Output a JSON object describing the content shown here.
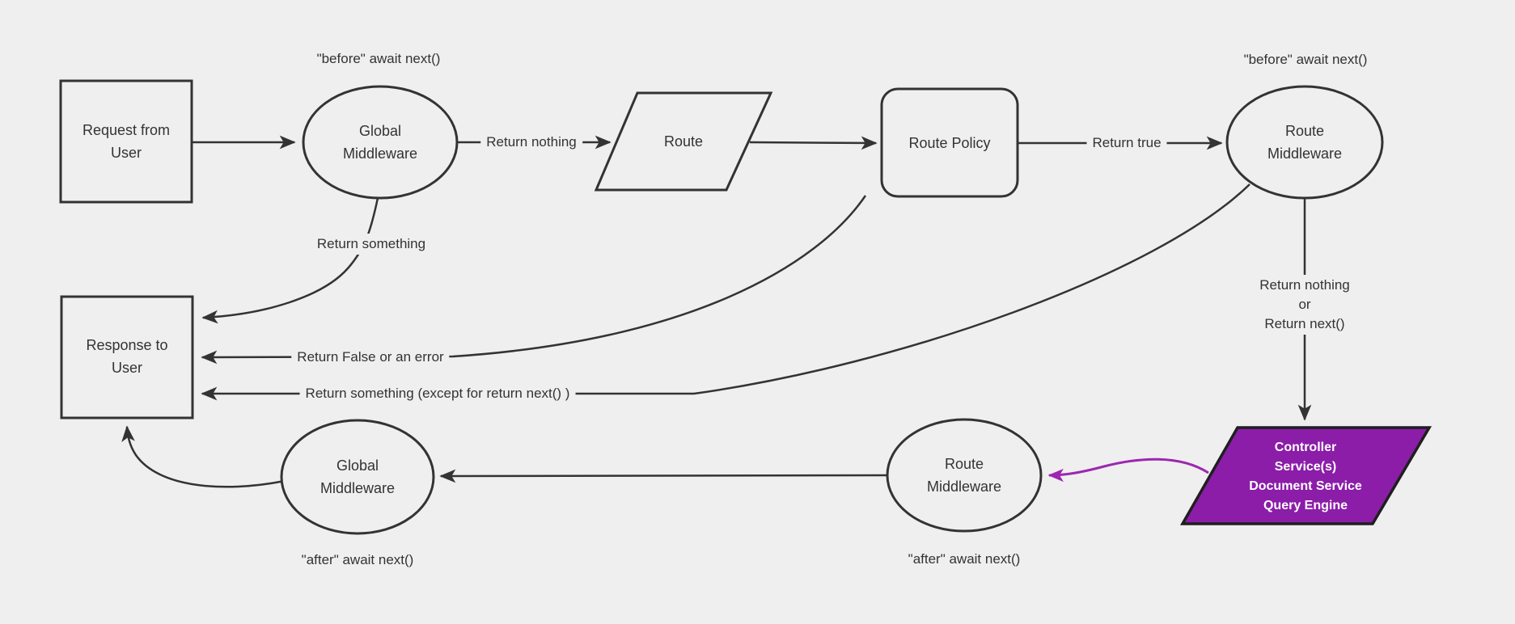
{
  "colors": {
    "background": "#efefef",
    "line": "#333333",
    "text": "#333333",
    "controller_fill": "#8b1da8",
    "controller_border": "#1f1f1f",
    "controller_text": "#ffffff",
    "purple_arrow": "#9c27b0"
  },
  "nodes": {
    "request": {
      "label": "Request from\nUser",
      "shape": "rectangle"
    },
    "global_middleware_top": {
      "label": "Global\nMiddleware",
      "shape": "ellipse"
    },
    "route": {
      "label": "Route",
      "shape": "parallelogram"
    },
    "route_policy": {
      "label": "Route Policy",
      "shape": "rounded-rectangle"
    },
    "route_middleware_top": {
      "label": "Route\nMiddleware",
      "shape": "ellipse"
    },
    "controller": {
      "label": "Controller\nService(s)\nDocument Service\nQuery Engine",
      "shape": "parallelogram"
    },
    "route_middleware_bottom": {
      "label": "Route\nMiddleware",
      "shape": "ellipse"
    },
    "global_middleware_bottom": {
      "label": "Global\nMiddleware",
      "shape": "ellipse"
    },
    "response": {
      "label": "Response to\nUser",
      "shape": "rectangle"
    }
  },
  "annotations": {
    "before_global": "\"before\" await next()",
    "before_route": "\"before\" await next()",
    "after_global": "\"after\" await next()",
    "after_route": "\"after\" await next()"
  },
  "edge_labels": {
    "return_nothing": "Return nothing",
    "return_true": "Return true",
    "return_something": "Return something",
    "return_false_or_error": "Return False or an error",
    "return_something_except": "Return something (except for return next() )",
    "return_nothing_or_next": "Return nothing\nor\nReturn next()"
  }
}
